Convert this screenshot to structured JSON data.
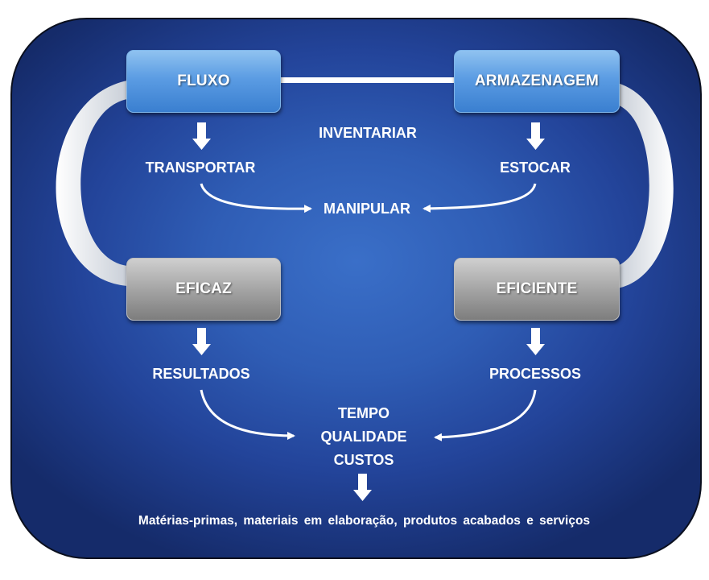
{
  "boxes": {
    "fluxo": "FLUXO",
    "armazenagem": "ARMAZENAGEM",
    "eficaz": "EFICAZ",
    "eficiente": "EFICIENTE"
  },
  "labels": {
    "inventariar": "INVENTARIAR",
    "transportar": "TRANSPORTAR",
    "estocar": "ESTOCAR",
    "manipular": "MANIPULAR",
    "resultados": "RESULTADOS",
    "processos": "PROCESSOS",
    "tempo": "TEMPO",
    "qualidade": "QUALIDADE",
    "custos": "CUSTOS"
  },
  "footer": "Matérias-primas,  materiais  em elaboração,  produtos  acabados  e serviços",
  "colors": {
    "panel": "#2f5db5",
    "blue_box": "#5b9ce3",
    "gray_box": "#a5a5a5",
    "text": "#ffffff"
  }
}
